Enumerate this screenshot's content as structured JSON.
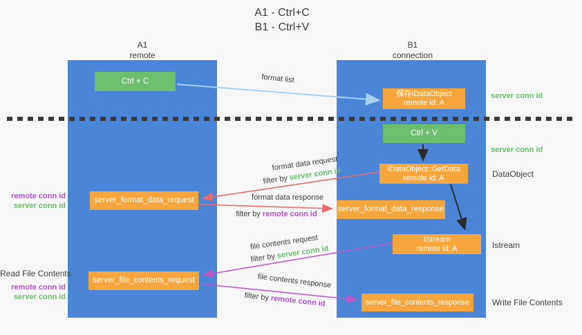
{
  "title": {
    "line1": "A1 - Ctrl+C",
    "line2": "B1 - Ctrl+V"
  },
  "columns": {
    "a1": {
      "name": "A1",
      "subtitle": "remote"
    },
    "b1": {
      "name": "B1",
      "subtitle": "connection"
    }
  },
  "boxes": {
    "ctrl_c": {
      "label": "Ctrl + C"
    },
    "save_idataobject": {
      "line1": "保存IDataObject",
      "line2": "remote id: A"
    },
    "ctrl_v": {
      "label": "Ctrl + V"
    },
    "getdata": {
      "line1": "IDataObject::GetData",
      "line2": "remote id: A"
    },
    "format_request": {
      "label": "server_format_data_request"
    },
    "format_response": {
      "label": "server_format_data_response"
    },
    "istream": {
      "line1": "IStream",
      "line2": "remote id: A"
    },
    "file_request": {
      "label": "server_file_contents_request"
    },
    "file_response": {
      "label": "server_file_contents_response"
    }
  },
  "arrow_labels": {
    "format_list": "format list",
    "format_data_request": "format data request",
    "format_data_response": "format data response",
    "file_contents_request": "file contents request",
    "file_contents_response": "file contents response",
    "filter_by": "filter by ",
    "server_conn_id": "server conn id",
    "remote_conn_id": "remote conn id"
  },
  "side_labels": {
    "left": {
      "format_remote_conn_id": "remote conn id",
      "format_server_conn_id": "server conn id",
      "read_file_contents": "Read File Contents",
      "file_remote_conn_id": "remote conn id",
      "file_server_conn_id": "server conn id"
    },
    "right": {
      "save_server_conn_id": "server conn id",
      "paste_server_conn_id": "server conn id",
      "dataobject": "DataObject",
      "istream": "Istream",
      "write_file_contents": "Write File Contents"
    }
  },
  "colors": {
    "column_blue": "#4b85d8",
    "box_orange": "#f7a63d",
    "button_green": "#6dbf6e",
    "arrow_blue": "#a9d2f2",
    "arrow_red": "#e8696a",
    "arrow_magenta": "#bf58c6",
    "arrow_black": "#2b2b2b",
    "text_green": "#64bf6a",
    "text_purple": "#b44fd4",
    "text_gray": "#3d3d3d"
  }
}
